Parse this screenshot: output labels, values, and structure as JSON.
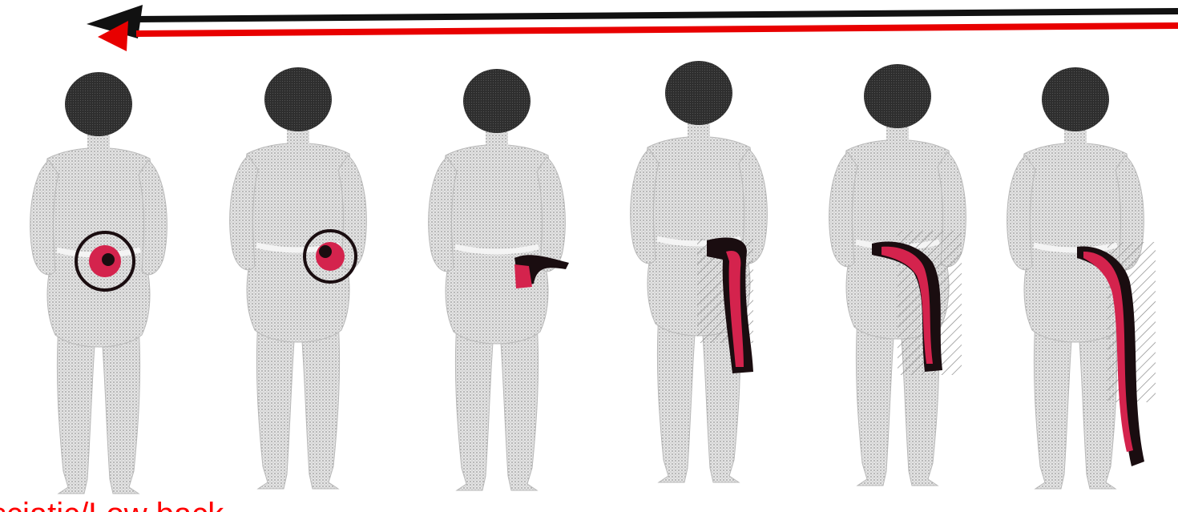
{
  "caption": "sciatic/Low back",
  "colors": {
    "black_arrow": "#111111",
    "red_arrow": "#e80000",
    "skin": "#d9d9d9",
    "hair": "#2a2a2a",
    "pain_red": "#d4234d",
    "pain_dark": "#1a0d10"
  },
  "figures": [
    {
      "id": "figure-1",
      "pain_pattern": "circled spot on lower back"
    },
    {
      "id": "figure-2",
      "pain_pattern": "circled spot on right lower back"
    },
    {
      "id": "figure-3",
      "pain_pattern": "small mark at right buttock"
    },
    {
      "id": "figure-4",
      "pain_pattern": "band from buttock down back of thigh"
    },
    {
      "id": "figure-5",
      "pain_pattern": "band from buttock down back of leg"
    },
    {
      "id": "figure-6",
      "pain_pattern": "band from buttock down to ankle"
    }
  ]
}
